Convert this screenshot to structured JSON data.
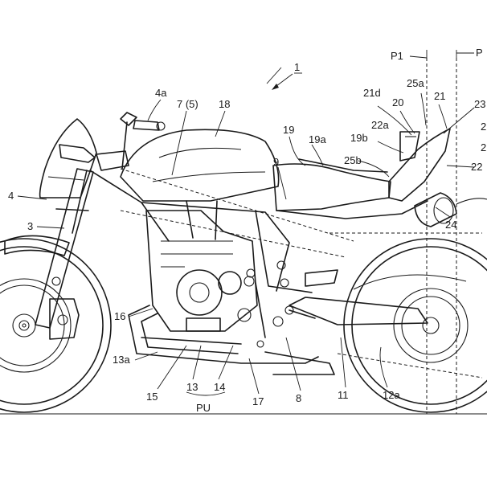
{
  "labels": {
    "assembly": "1",
    "l4a": "4a",
    "l7": "7 (5)",
    "l18": "18",
    "l19": "19",
    "l19a": "19a",
    "l19b": "19b",
    "l9": "9",
    "l4": "4",
    "l3": "3",
    "l16": "16",
    "l13a": "13a",
    "l15": "15",
    "l13": "13",
    "l14": "14",
    "pu": "PU",
    "l17": "17",
    "l8": "8",
    "l11": "11",
    "l12a": "12a",
    "l24": "24",
    "l25b": "25b",
    "l22a": "22a",
    "l21d": "21d",
    "l20": "20",
    "l25a": "25a",
    "l21": "21",
    "l23": "23",
    "l22": "22",
    "p1": "P1",
    "p2": "P",
    "r1": "2",
    "r2": "2"
  }
}
